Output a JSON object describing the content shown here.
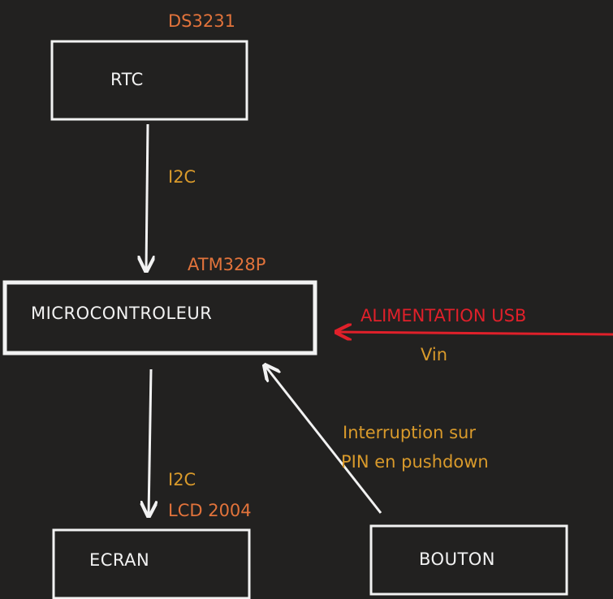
{
  "colors": {
    "background": "#222120",
    "box_stroke": "#f2f2f2",
    "label_orange": "#e2733b",
    "label_amber": "#d99a2b",
    "power_red": "#e0202a"
  },
  "nodes": {
    "rtc": {
      "label": "RTC",
      "chip": "DS3231"
    },
    "mcu": {
      "label": "MICROCONTROLEUR",
      "chip": "ATM328P"
    },
    "ecran": {
      "label": "ECRAN",
      "chip": "LCD 2004"
    },
    "bouton": {
      "label": "BOUTON"
    }
  },
  "edges": {
    "rtc_mcu": {
      "label": "I2C"
    },
    "mcu_ecran": {
      "label": "I2C"
    },
    "power": {
      "label": "ALIMENTATION USB",
      "sublabel": "Vin"
    },
    "bouton_mcu": {
      "label_line1": "Interruption sur",
      "label_line2": "PIN en pushdown"
    }
  }
}
